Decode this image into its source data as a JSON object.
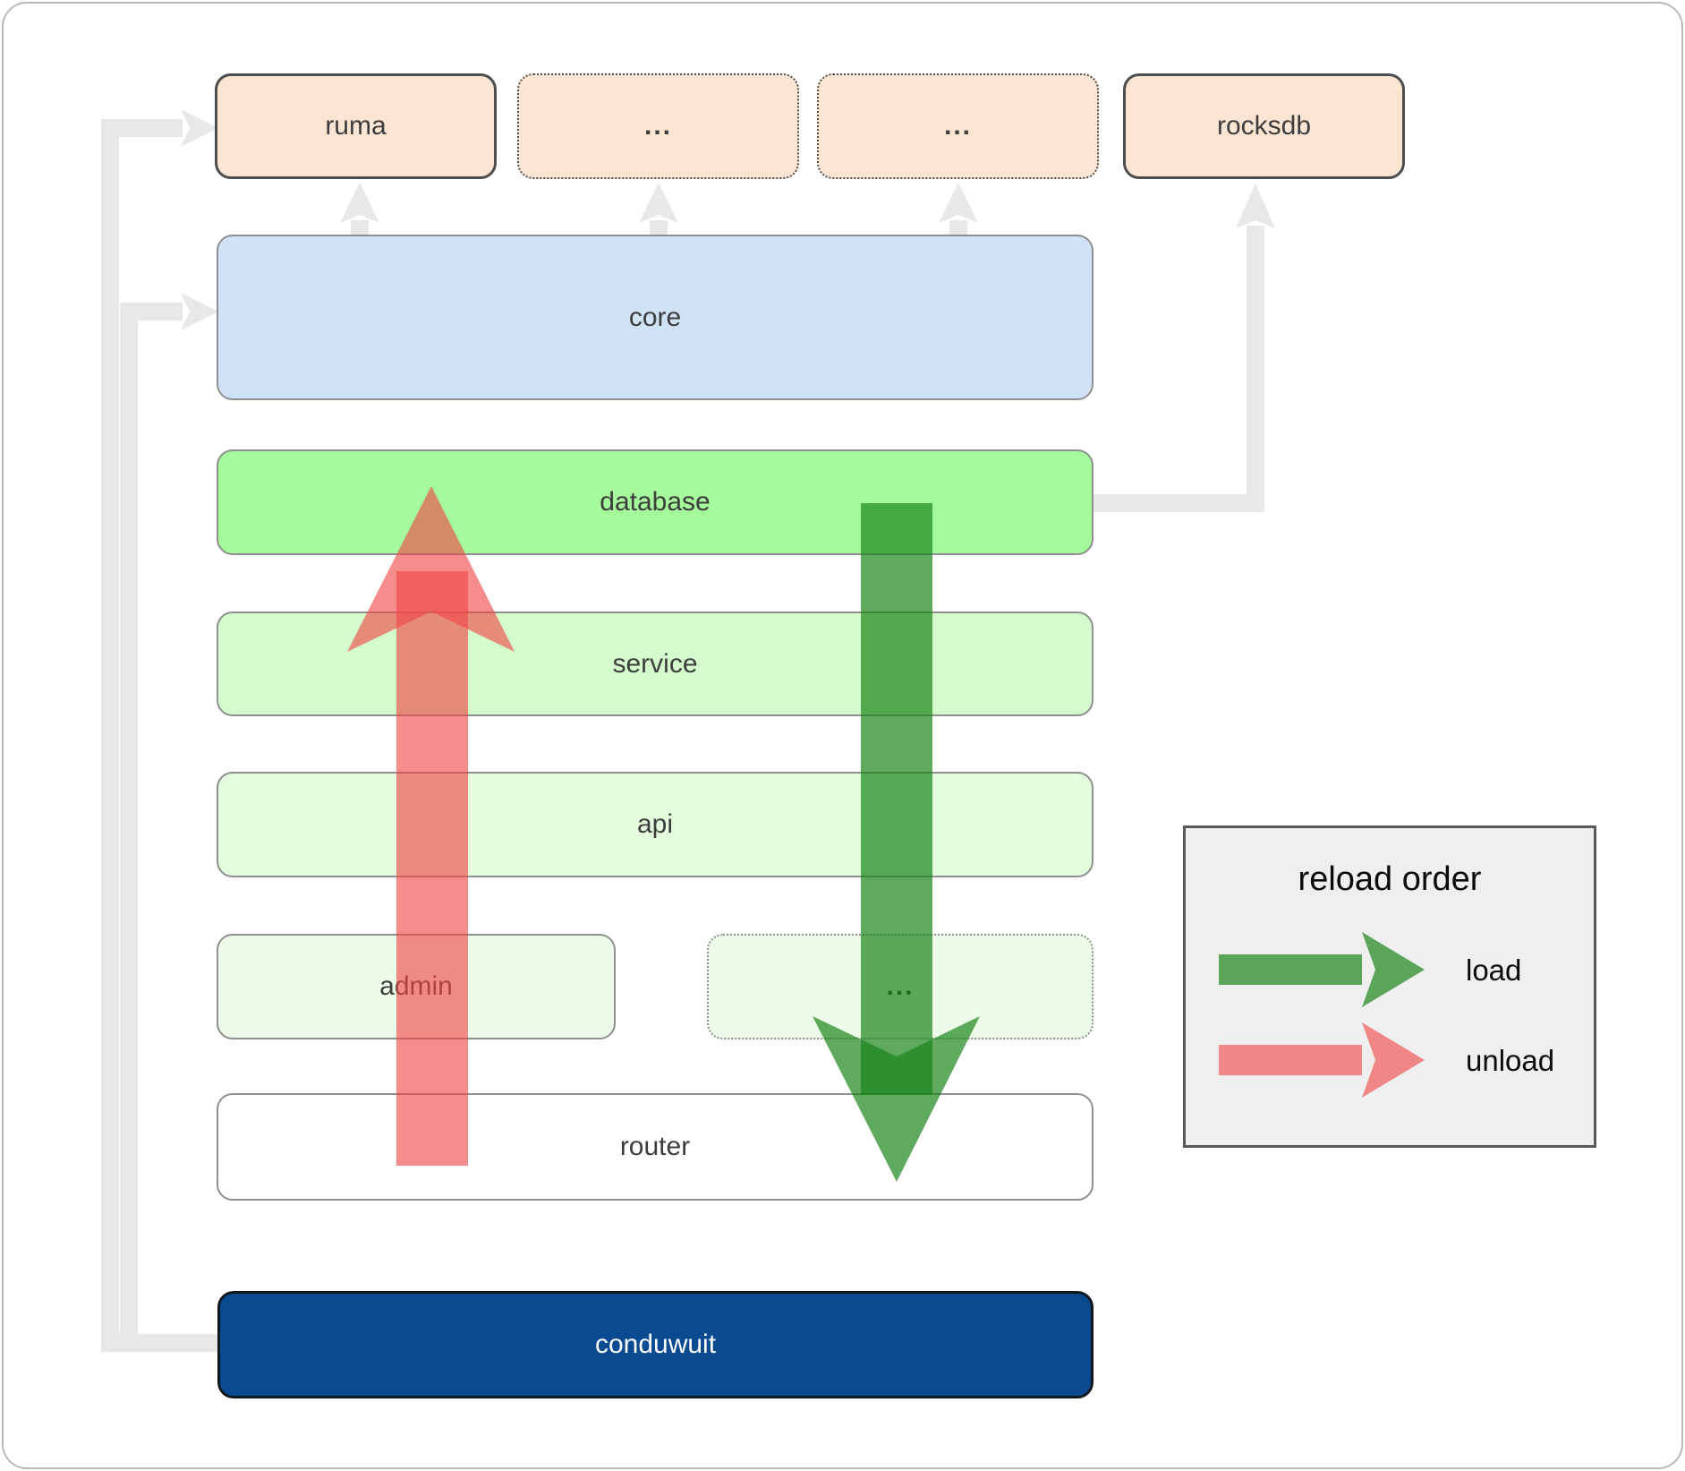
{
  "nodes": {
    "ruma": "ruma",
    "dots_top_left": "...",
    "dots_top_right": "...",
    "rocksdb": "rocksdb",
    "core": "core",
    "database": "database",
    "service": "service",
    "api": "api",
    "admin": "admin",
    "dots_admin": "...",
    "router": "router",
    "conduwuit": "conduwuit"
  },
  "legend": {
    "title": "reload order",
    "items": [
      {
        "label": "load",
        "arrow_color": "#148214",
        "direction": "right"
      },
      {
        "label": "unload",
        "arrow_color": "#f04646",
        "direction": "right"
      }
    ]
  },
  "colors": {
    "module_peach": "#fce5d2",
    "core_blue": "#d0e2f6",
    "database_green": "#a5fa9b",
    "service_green": "#d4fccc",
    "api_green": "#e3fddd",
    "admin_green": "#ecfce9",
    "router_white": "#ffffff",
    "conduwuit_navy": "#0a4a91",
    "connector_gray": "#e8e8e8",
    "load_arrow": "rgba(20,130,20,0.68)",
    "unload_arrow": "rgba(240,70,70,0.62)",
    "legend_background": "#efefef"
  }
}
